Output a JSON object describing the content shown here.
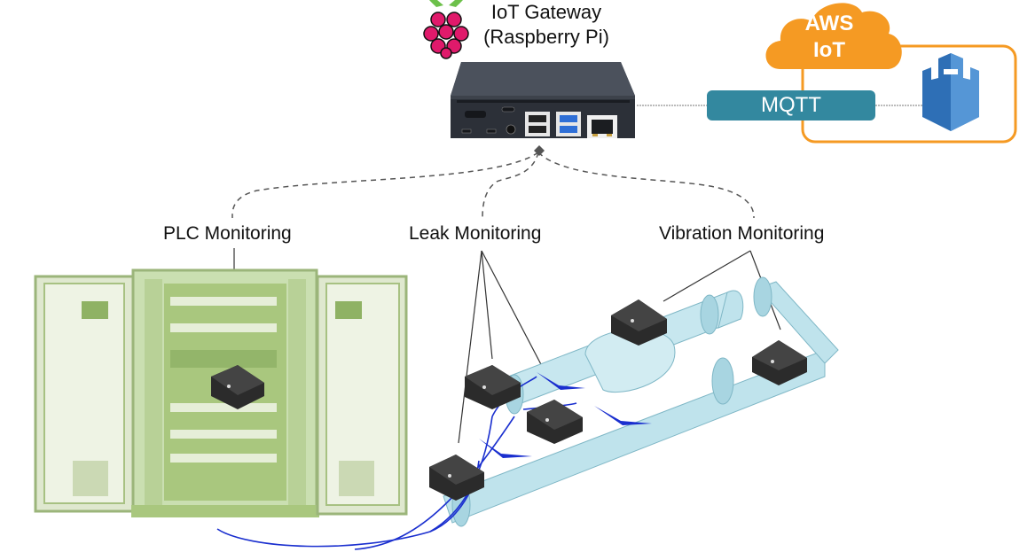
{
  "gateway": {
    "title_line1": "IoT Gateway",
    "title_line2": "(Raspberry Pi)",
    "logo": "raspberry-pi-logo"
  },
  "cloud": {
    "line1": "AWS",
    "line2": "IoT",
    "accent": "#f59a23",
    "service_icon": "aws-iot-castle-icon"
  },
  "protocol": {
    "label": "MQTT",
    "color": "#33889f"
  },
  "categories": [
    {
      "label": "PLC Monitoring",
      "sensor_count": 1
    },
    {
      "label": "Leak Monitoring",
      "sensor_count": 3
    },
    {
      "label": "Vibration Monitoring",
      "sensor_count": 2
    }
  ],
  "colors": {
    "cabinet": "#a9c77e",
    "pipe": "#bfe3ec",
    "sensor": "#3a3a3a",
    "cable": "#1a2fcf",
    "castle": "#3a78c2"
  }
}
